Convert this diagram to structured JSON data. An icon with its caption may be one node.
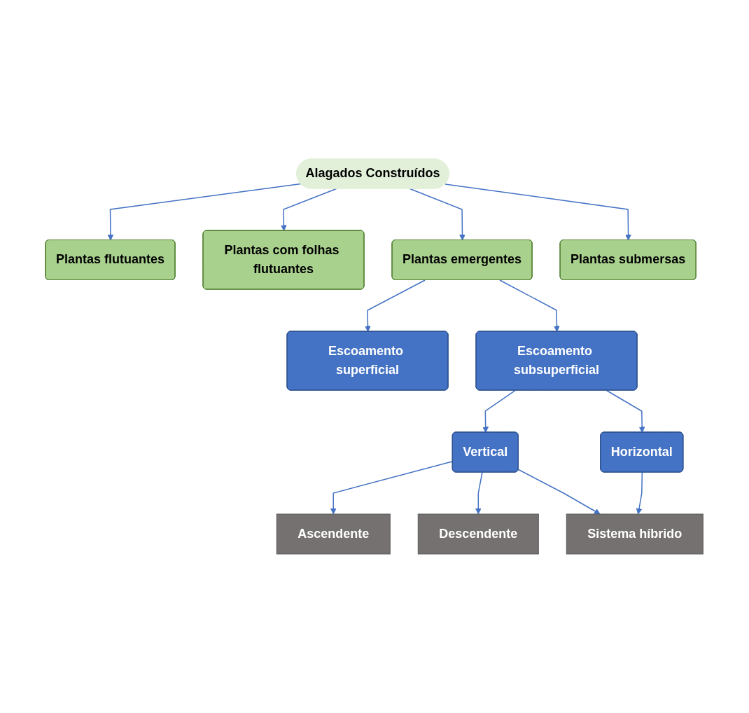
{
  "diagram": {
    "nodes": [
      {
        "text": [
          "Alagados Construídos"
        ]
      },
      {
        "text": [
          "Plantas flutuantes"
        ]
      },
      {
        "text": [
          "Plantas com folhas flutuantes"
        ]
      },
      {
        "text": [
          "Plantas emergentes"
        ]
      },
      {
        "text": [
          "Plantas submersas"
        ]
      },
      {
        "text": [
          "Escoamento superficial"
        ]
      },
      {
        "text": [
          "Escoamento subsuperficial"
        ]
      },
      {
        "text": [
          "Vertical"
        ]
      },
      {
        "text": [
          "Horizontal"
        ]
      },
      {
        "text": [
          "Ascendente"
        ]
      },
      {
        "text": [
          "Descendente"
        ]
      },
      {
        "text": [
          "Sistema híbrido"
        ]
      }
    ],
    "edges": [
      {
        "from": 0,
        "to": 1,
        "arrow": "to"
      },
      {
        "from": 0,
        "to": 2,
        "arrow": "to"
      },
      {
        "from": 0,
        "to": 3,
        "arrow": "to"
      },
      {
        "from": 0,
        "to": 4,
        "arrow": "to"
      },
      {
        "from": 3,
        "to": 5,
        "arrow": "to"
      },
      {
        "from": 3,
        "to": 6,
        "arrow": "to"
      },
      {
        "from": 6,
        "to": 7,
        "arrow": "to"
      },
      {
        "from": 6,
        "to": 8,
        "arrow": "to"
      },
      {
        "from": 7,
        "to": 9,
        "arrow": "to"
      },
      {
        "from": 7,
        "to": 10,
        "arrow": "to"
      },
      {
        "from": 7,
        "to": 11,
        "arrow": "to"
      },
      {
        "from": 8,
        "to": 11,
        "arrow": "to"
      }
    ]
  }
}
